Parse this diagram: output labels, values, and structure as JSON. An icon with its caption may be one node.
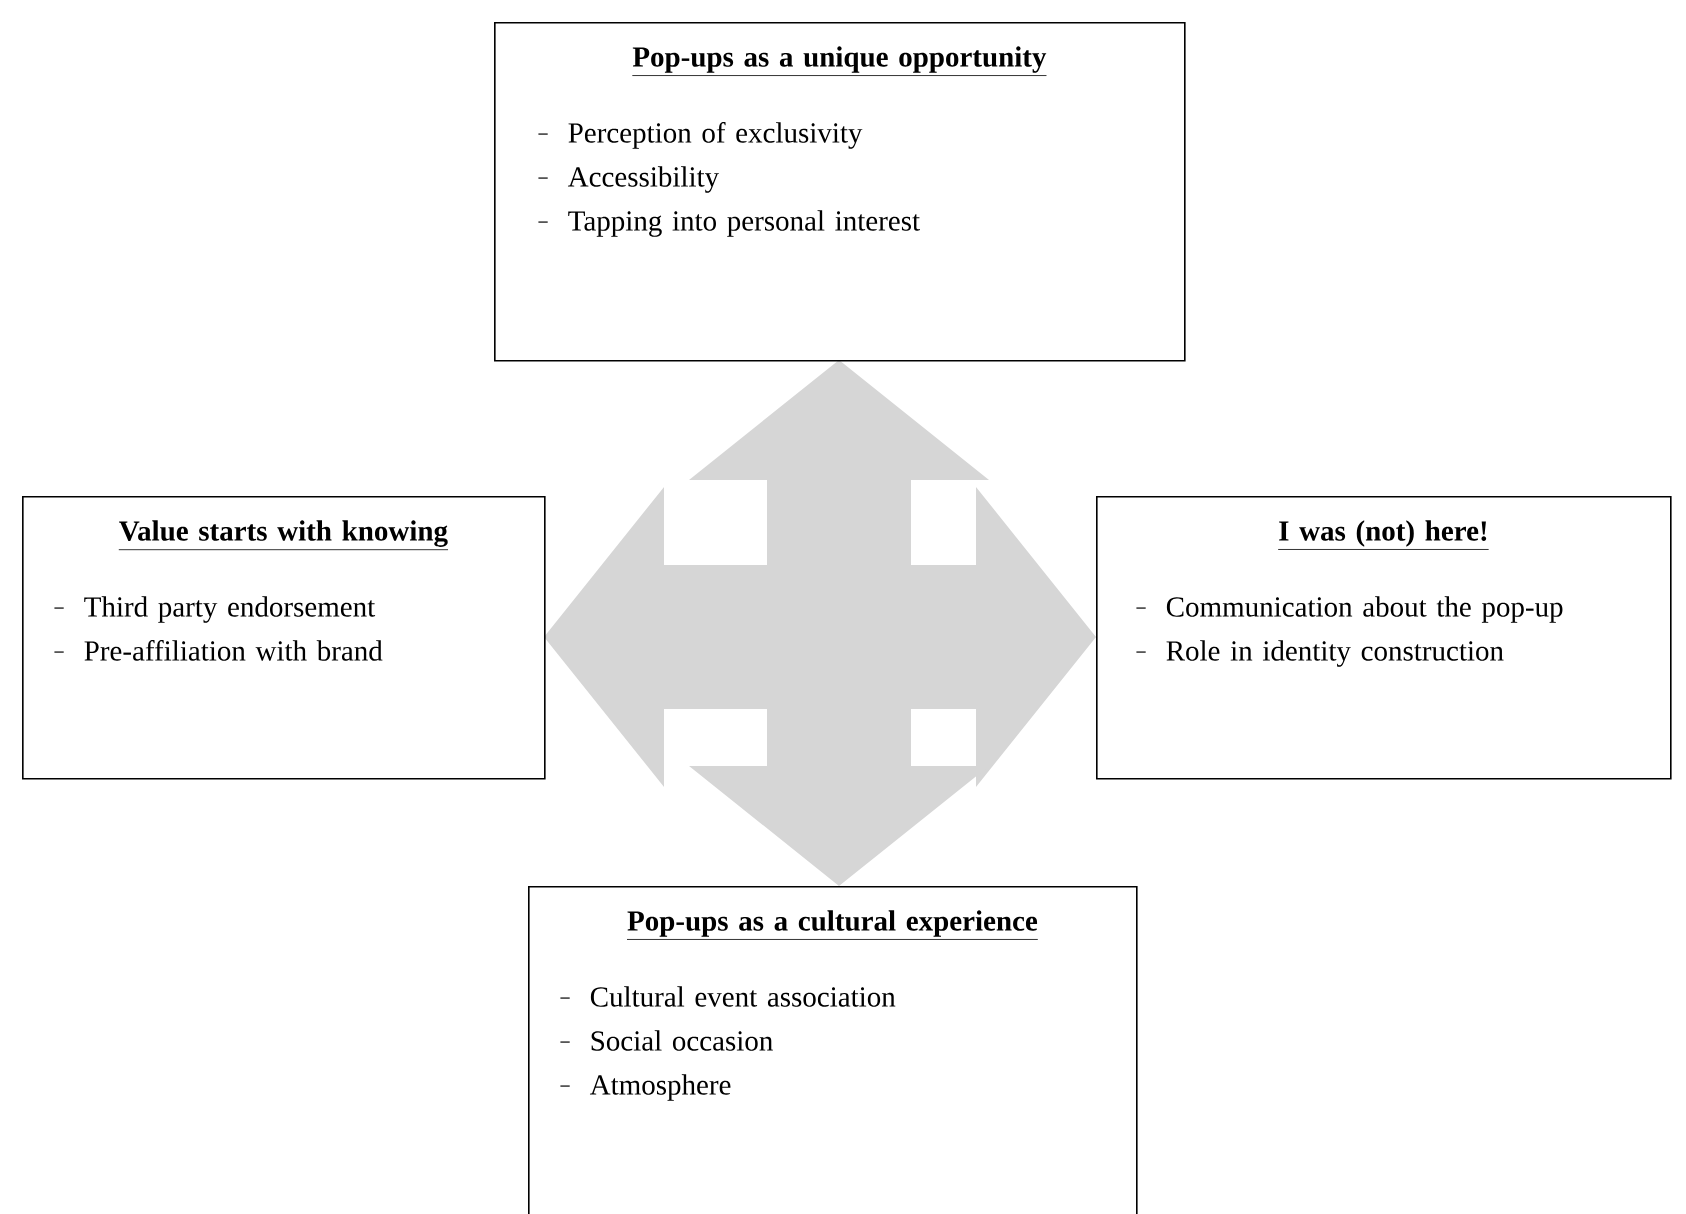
{
  "diagram": {
    "nodes": [
      {
        "text": [
          "Pop-ups as a  unique opportunity",
          "Perception of exclusivity",
          "Accessibility",
          "Tapping into personal interest"
        ]
      },
      {
        "text": [
          "Value starts with knowing",
          "Third party endorsement",
          "Pre-affiliation with brand"
        ]
      },
      {
        "text": [
          "I was (not) here!",
          "Communication about the pop-up",
          "Role in identity construction"
        ]
      },
      {
        "text": [
          "Pop-ups as a cultural experience",
          "Cultural event association",
          "Social occasion",
          "Atmosphere"
        ]
      }
    ],
    "edges": [
      {
        "from": 1,
        "to": 2,
        "arrow": "both",
        "color": "#d6d6d6",
        "style": "thick"
      },
      {
        "from": 0,
        "to": 3,
        "arrow": "both",
        "color": "#d6d6d6",
        "style": "thick"
      }
    ]
  }
}
